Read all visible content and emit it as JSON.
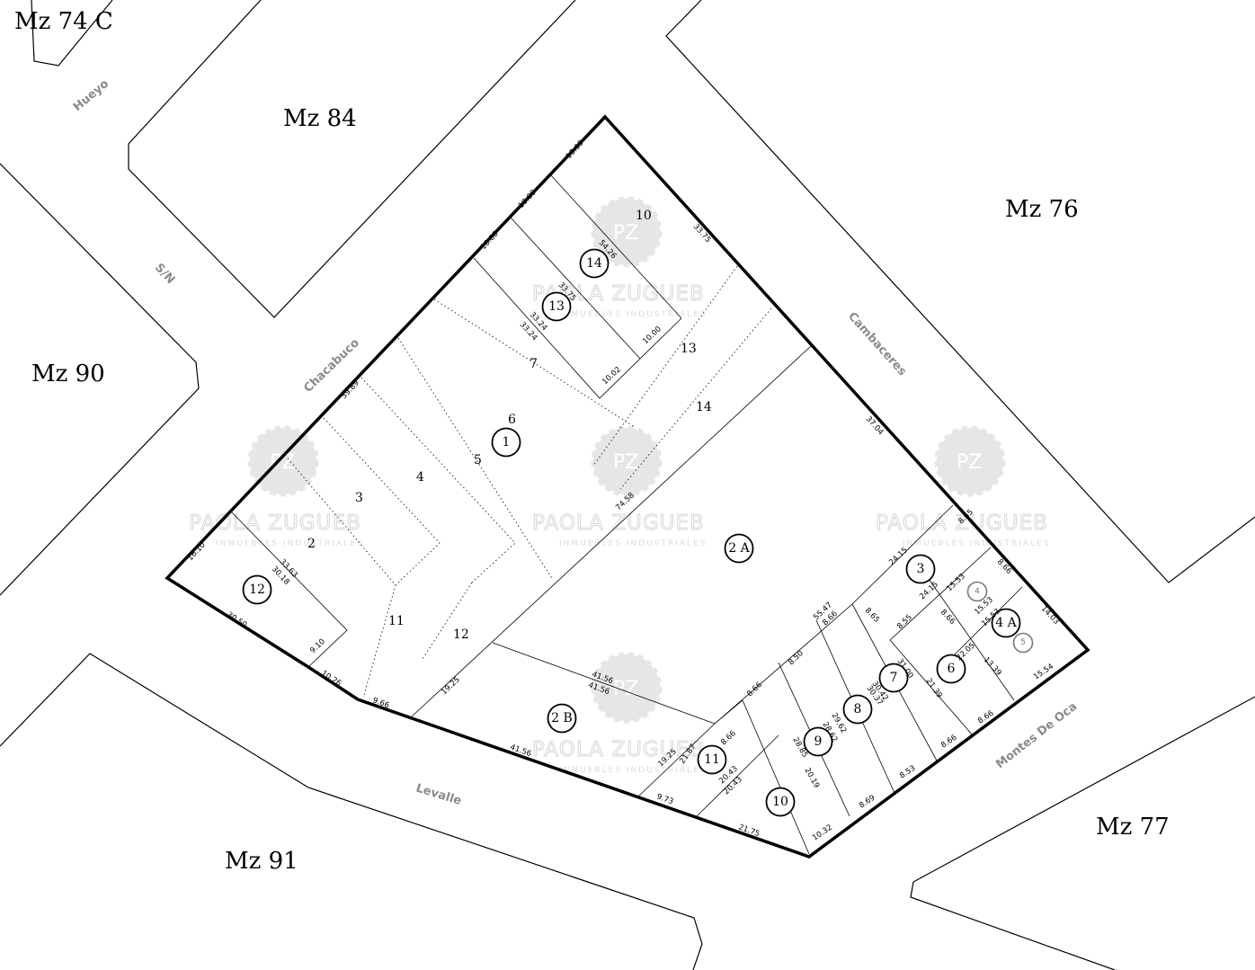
{
  "manzanas": [
    "Mz 74 C",
    "Mz 84",
    "Mz 76",
    "Mz 90",
    "Mz 91",
    "Mz 77"
  ],
  "streets": [
    "Hueyo",
    "S/N",
    "Chacabuco",
    "Cambaceres",
    "Montes De Oca",
    "Levalle"
  ],
  "lots": [
    "10",
    "13",
    "14",
    "7",
    "6",
    "5",
    "4",
    "3",
    "2",
    "11",
    "12"
  ],
  "parcels": [
    "1",
    "2 A",
    "2 B",
    "3",
    "4",
    "4 A",
    "5",
    "6",
    "7",
    "8",
    "9",
    "10",
    "11",
    "12",
    "13",
    "14"
  ],
  "watermark": {
    "logo": "PZ",
    "name": "PAOLA ZUGUEB",
    "subtitle": "INMUEBLES INDUSTRIALES"
  },
  "dimensions": [
    "13.99",
    "10.00",
    "10.00",
    "33.75",
    "54.26",
    "33.75",
    "33.24",
    "33.24",
    "10.00",
    "10.02",
    "39.89",
    "74.58",
    "37.04",
    "16.10",
    "33.63",
    "30.18",
    "30.50",
    "9.10",
    "10.26",
    "9.66",
    "19.25",
    "41.56",
    "41.56",
    "41.56",
    "19.25",
    "21.87",
    "9.73",
    "20.43",
    "20.43",
    "21.75",
    "8.66",
    "8.66",
    "8.50",
    "28.85",
    "20.19",
    "10.32",
    "29.62",
    "28.62",
    "8.69",
    "55.47",
    "8.66",
    "30.37",
    "30.42",
    "8.53",
    "8.65",
    "8.55",
    "31.00",
    "24.15",
    "24.15",
    "8.65",
    "8.66",
    "21.39",
    "22.05",
    "8.66",
    "15.53",
    "15.53",
    "15.53",
    "8.66",
    "13.39",
    "8.66",
    "14.03",
    "15.54"
  ]
}
